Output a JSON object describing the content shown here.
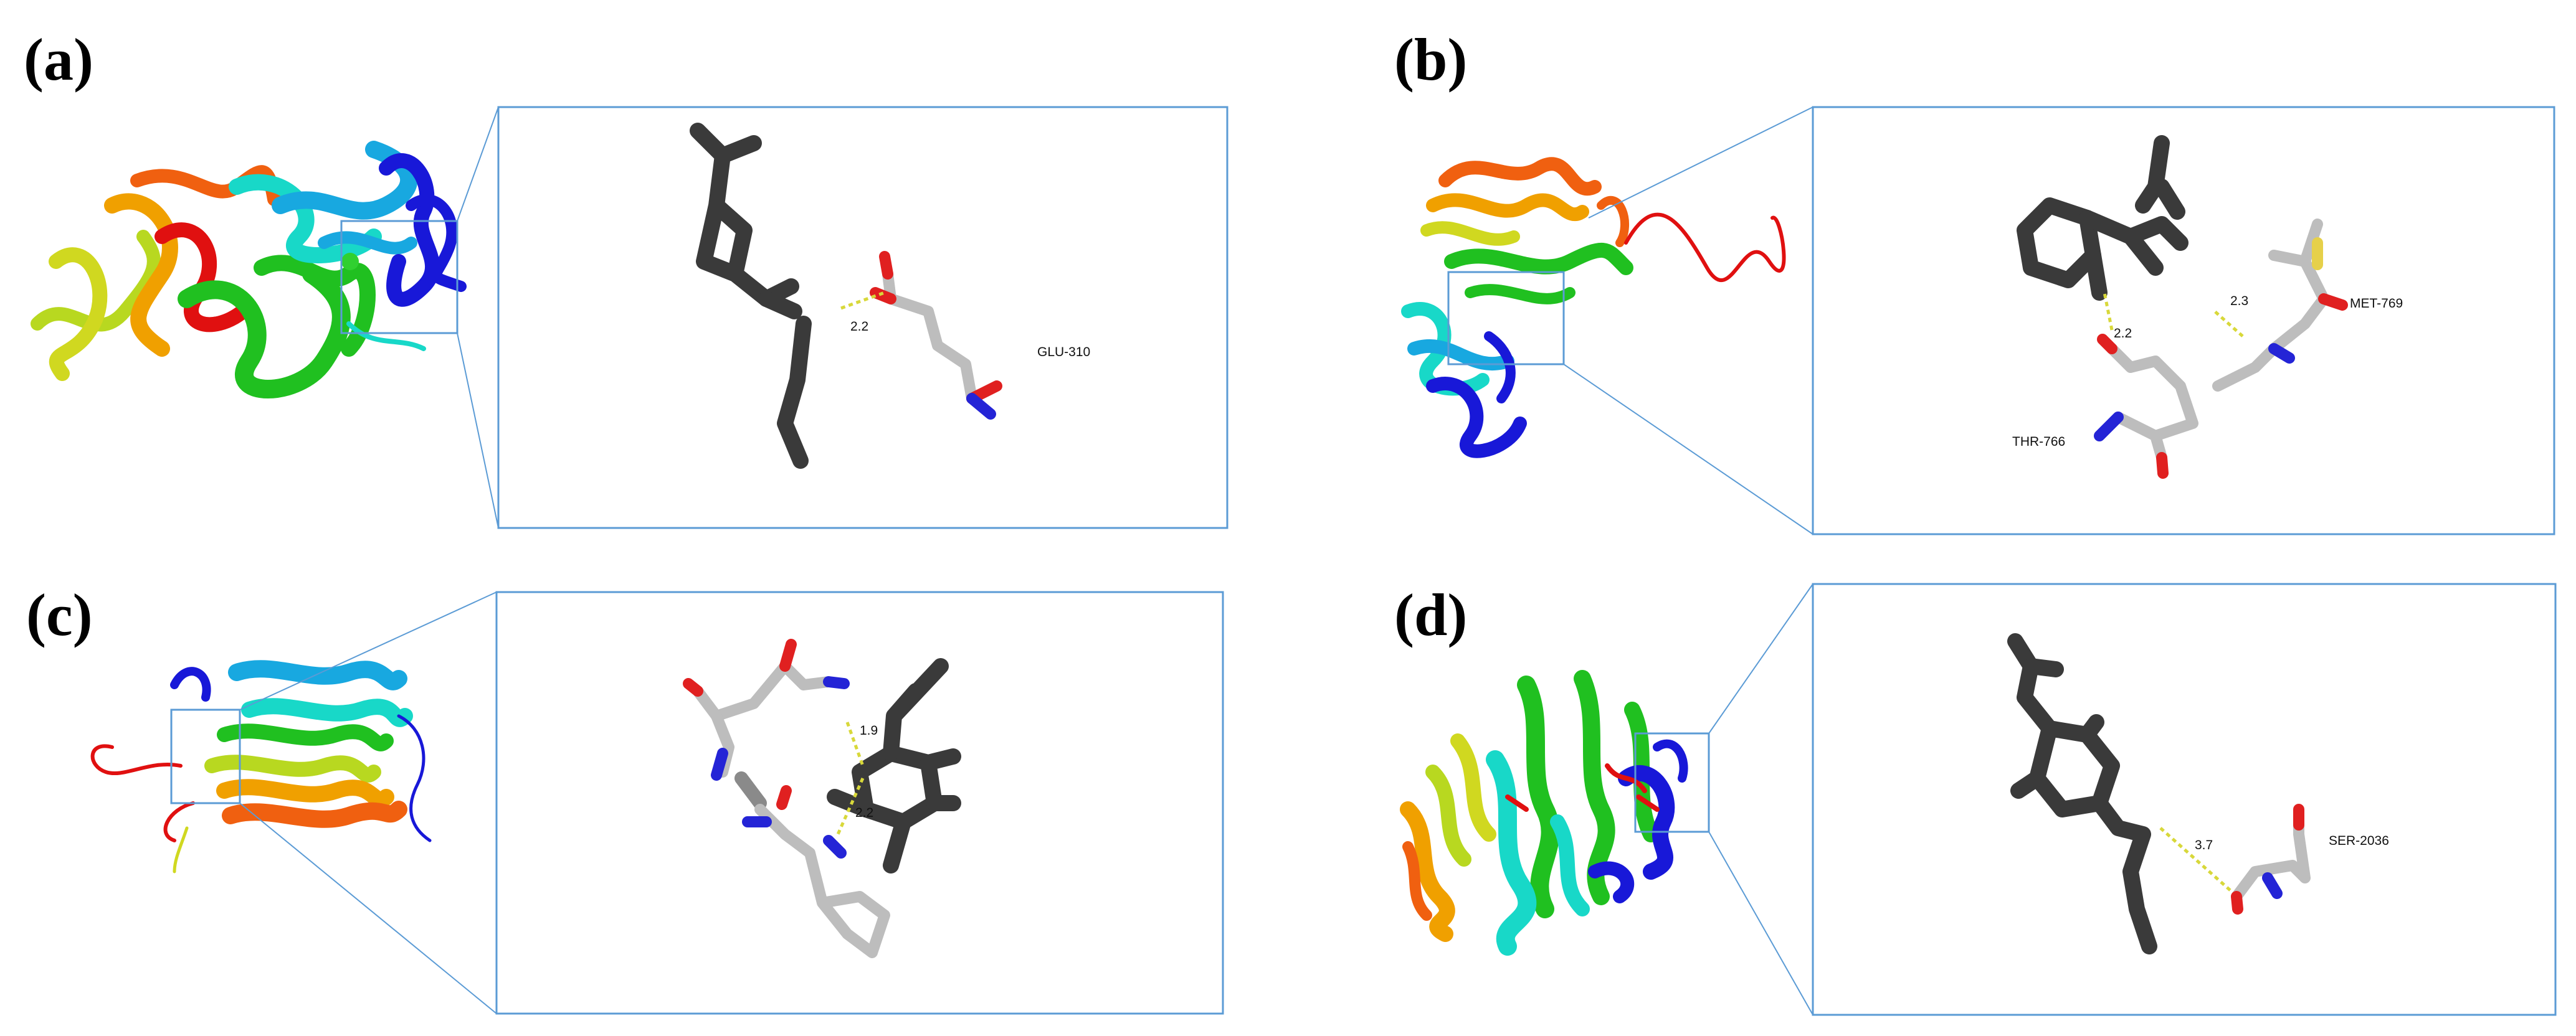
{
  "panels": {
    "a": {
      "label": "(a)",
      "residues": [
        "GLU-310"
      ],
      "distances": [
        "2.2"
      ]
    },
    "b": {
      "label": "(b)",
      "residues": [
        "MET-769",
        "THR-766"
      ],
      "distances": [
        "2.3",
        "2.2"
      ]
    },
    "c": {
      "label": "(c)",
      "residues": [],
      "distances": [
        "1.9",
        "2.2"
      ]
    },
    "d": {
      "label": "(d)",
      "residues": [
        "SER-2036"
      ],
      "distances": [
        "3.7"
      ]
    }
  },
  "colors": {
    "box": "#5b9bd5",
    "ligand": "#3a3a3a",
    "residue": "#bdbdbd",
    "oxygen": "#e02020",
    "nitrogen": "#2424d6",
    "sulfur": "#e6d04a",
    "hbond": "#d8d83a",
    "rainbow": [
      "#1818d8",
      "#18a8e0",
      "#18d8c8",
      "#20c020",
      "#b8d820",
      "#f0a000",
      "#f06010",
      "#e01010"
    ]
  }
}
